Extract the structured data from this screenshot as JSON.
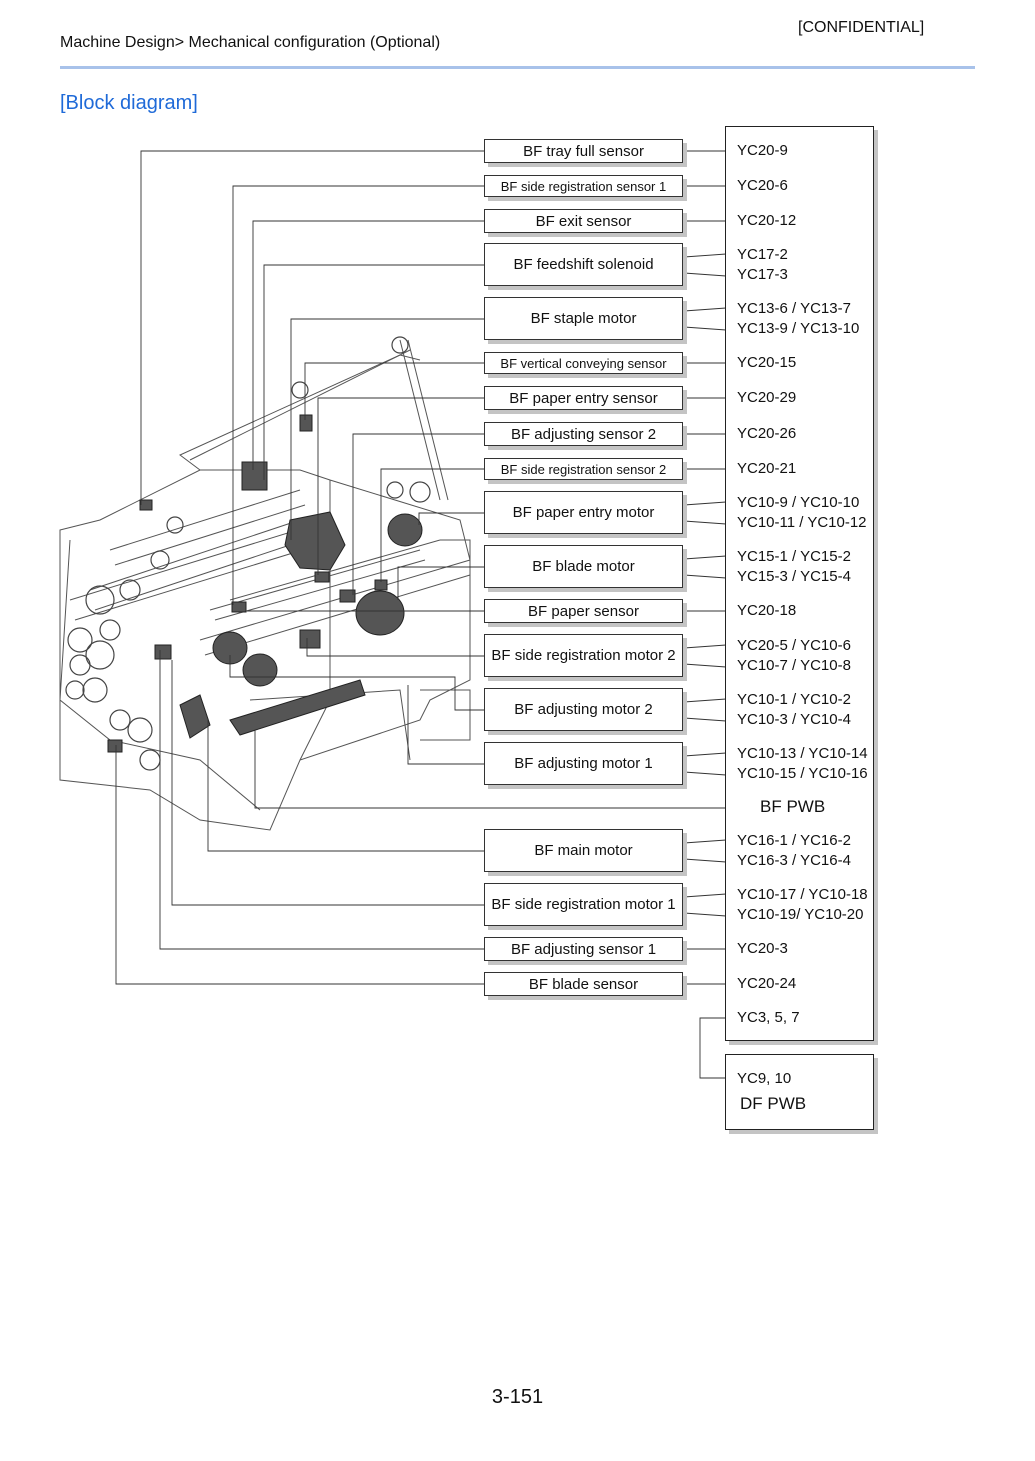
{
  "header": {
    "breadcrumb": "Machine Design> Mechanical configuration (Optional)",
    "confidential": "[CONFIDENTIAL]"
  },
  "section_title": "[Block diagram]",
  "components": [
    {
      "label": "BF tray full sensor",
      "connectors": [
        "YC20-9"
      ]
    },
    {
      "label": "BF side registration sensor 1",
      "connectors": [
        "YC20-6"
      ]
    },
    {
      "label": "BF exit sensor",
      "connectors": [
        "YC20-12"
      ]
    },
    {
      "label": "BF feedshift solenoid",
      "connectors": [
        "YC17-2",
        "YC17-3"
      ]
    },
    {
      "label": "BF staple motor",
      "connectors": [
        "YC13-6 / YC13-7",
        "YC13-9 / YC13-10"
      ]
    },
    {
      "label": "BF vertical conveying sensor",
      "connectors": [
        "YC20-15"
      ]
    },
    {
      "label": "BF paper entry sensor",
      "connectors": [
        "YC20-29"
      ]
    },
    {
      "label": "BF adjusting sensor 2",
      "connectors": [
        "YC20-26"
      ]
    },
    {
      "label": "BF side registration sensor 2",
      "connectors": [
        "YC20-21"
      ]
    },
    {
      "label": "BF paper entry motor",
      "connectors": [
        "YC10-9 / YC10-10",
        "YC10-11 / YC10-12"
      ]
    },
    {
      "label": "BF blade motor",
      "connectors": [
        "YC15-1 / YC15-2",
        "YC15-3 / YC15-4"
      ]
    },
    {
      "label": "BF paper sensor",
      "connectors": [
        "YC20-18"
      ]
    },
    {
      "label": "BF side registration motor 2",
      "connectors": [
        "YC20-5 / YC10-6",
        "YC10-7 / YC10-8"
      ]
    },
    {
      "label": "BF adjusting motor 2",
      "connectors": [
        "YC10-1 / YC10-2",
        "YC10-3 / YC10-4"
      ]
    },
    {
      "label": "BF adjusting motor 1",
      "connectors": [
        "YC10-13 / YC10-14",
        "YC10-15 / YC10-16"
      ]
    },
    {
      "label": "BF main motor",
      "connectors": [
        "YC16-1 / YC16-2",
        "YC16-3 / YC16-4"
      ]
    },
    {
      "label": "BF side registration motor 1",
      "connectors": [
        "YC10-17 / YC10-18",
        "YC10-19/ YC10-20"
      ]
    },
    {
      "label": "BF adjusting sensor 1",
      "connectors": [
        "YC20-3"
      ]
    },
    {
      "label": "BF blade sensor",
      "connectors": [
        "YC20-24"
      ]
    }
  ],
  "bf_pwb": {
    "name": "BF PWB",
    "link_connector": "YC3, 5, 7"
  },
  "df_pwb": {
    "name": "DF PWB",
    "connector": "YC9, 10"
  },
  "page_number": "3-151",
  "colors": {
    "accent": "#1f6ad8",
    "header_rule": "#a8c2ea",
    "part_fill": "#555555"
  }
}
